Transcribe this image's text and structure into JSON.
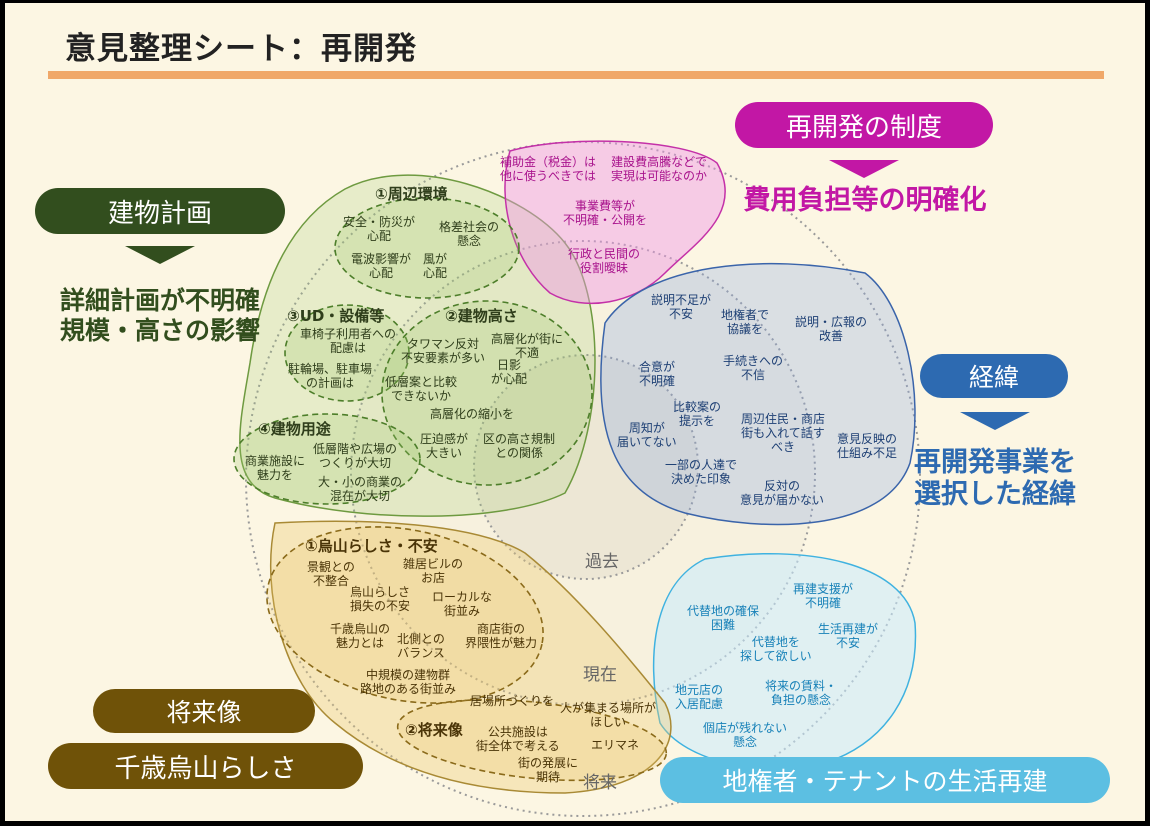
{
  "title": "意見整理シート：再開発",
  "categories": {
    "building": {
      "label": "建物計画",
      "summary": "詳細計画が不明確\n規模・高さの影響",
      "color": "#324e1e"
    },
    "system": {
      "label": "再開発の制度",
      "summary": "費用負担等の明確化",
      "color": "#c217a5"
    },
    "history": {
      "label": "経緯",
      "summary": "再開発事業を\n選択した経緯",
      "color": "#2d6ab1"
    },
    "future_top": {
      "label": "将来像",
      "color": "#6f5208"
    },
    "future_bottom": {
      "label": "千歳烏山らしさ",
      "color": "#6f5208"
    },
    "livelihood": {
      "label": "地権者・テナントの生活再建",
      "color": "#5cbfe2"
    }
  },
  "time_labels": {
    "past": "過去",
    "present": "現在",
    "future": "将来"
  },
  "groups": {
    "env": {
      "heading": "①周辺環境",
      "items": [
        "安全・防災が\n心配",
        "格差社会の\n懸念",
        "電波影響が\n心配",
        "風が\n心配"
      ]
    },
    "ud": {
      "heading": "③UD・設備等",
      "items": [
        "車椅子利用者への\n配慮は",
        "駐輪場、駐車場\nの計画は"
      ]
    },
    "height": {
      "heading": "②建物高さ",
      "items": [
        "タワマン反対\n不安要素が多い",
        "高層化が街に\n不適",
        "日影\nが心配",
        "低層案と比較\nできないか",
        "高層化の縮小を",
        "圧迫感が\n大きい",
        "区の高さ規制\nとの関係"
      ]
    },
    "use": {
      "heading": "④建物用途",
      "items": [
        "商業施設に\n魅力を",
        "低層階や広場の\nつくりが大切",
        "大・小の商業の\n混在が大切"
      ]
    },
    "system": {
      "items": [
        "補助金（税金）は\n他に使うべきでは",
        "建設費高騰などで\n実現は可能なのか",
        "事業費等が\n不明確・公開を",
        "行政と民間の\n役割曖昧"
      ]
    },
    "history": {
      "items": [
        "説明不足が\n不安",
        "地権者で\n協議を",
        "説明・広報の\n改善",
        "合意が\n不明確",
        "手続きへの\n不信",
        "比較案の\n提示を",
        "周知が\n届いてない",
        "周辺住民・商店\n街も入れて話す\nべき",
        "意見反映の\n仕組み不足",
        "一部の人達で\n決めた印象",
        "反対の\n意見が届かない"
      ]
    },
    "identity": {
      "heading": "①烏山らしさ・不安",
      "items": [
        "景観との\n不整合",
        "雑居ビルの\nお店",
        "烏山らしさ\n損失の不安",
        "ローカルな\n街並み",
        "千歳烏山の\n魅力とは",
        "北側との\nバランス",
        "商店街の\n界隈性が魅力",
        "中規模の建物群\n路地のある街並み"
      ]
    },
    "future": {
      "heading": "②将来像",
      "items": [
        "居場所づくりを",
        "人が集まる場所が\nほしい",
        "公共施設は\n街全体で考える",
        "エリマネ",
        "街の発展に\n期待"
      ]
    },
    "livelihood": {
      "items": [
        "再建支援が\n不明確",
        "代替地の確保\n困難",
        "生活再建が\n不安",
        "代替地を\n探して欲しい",
        "地元店の\n入居配慮",
        "将来の賃料・\n負担の懸念",
        "個店が残れない\n懸念"
      ]
    }
  }
}
